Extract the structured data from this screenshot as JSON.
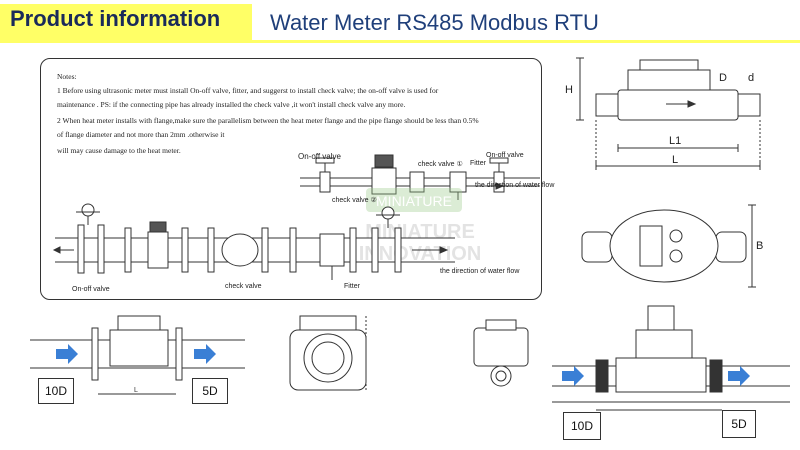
{
  "header": {
    "title": "Product information",
    "subtitle": "Water Meter RS485 Modbus RTU"
  },
  "notes": {
    "heading": "Notes:",
    "lines": [
      "1 Before using ultrasonic meter must install  On-off valve, fitter, and suggerst to install check valve; the on-off valve is used for",
      "maintenance . PS: if the connecting pipe has already installed the check valve ,it won't install check valve any more.",
      "2 When heat meter installs with flange,make sure the parallelism between the heat meter flange and the pipe flange should be less than 0.5%",
      "of flange diameter and not more than 2mm .otherwise it",
      "will may cause damage to the heat meter."
    ]
  },
  "upper_install": {
    "onoff_left": "On-off valve",
    "check1": "check valve ①",
    "filter": "Fitter",
    "onoff_right": "On-off valve",
    "check2": "check valve ②",
    "flow": "the direction of water flow"
  },
  "lower_install": {
    "onoff": "On-off valve",
    "check": "check valve",
    "filter": "Fitter",
    "flow": "the direction of water flow"
  },
  "dimensions": {
    "H": "H",
    "D": "D",
    "d": "d",
    "L1": "L1",
    "L": "L",
    "B": "B"
  },
  "callouts": {
    "left_upstream": "10D",
    "left_downstream": "5D",
    "right_upstream": "10D",
    "right_downstream": "5D"
  },
  "colors": {
    "header_bar": "#ffff66",
    "title_text": "#1a2a5a",
    "subtitle_text": "#1f3f7a",
    "flow_arrow": "#3a7fd5"
  }
}
